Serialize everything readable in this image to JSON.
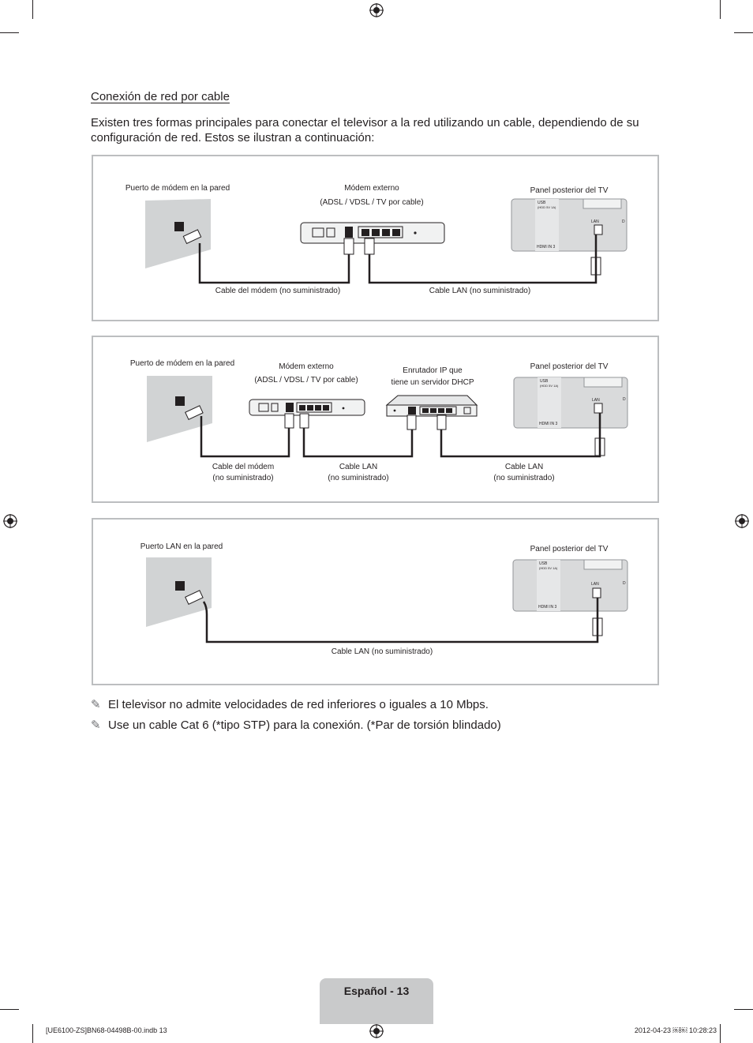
{
  "section": {
    "title": "Conexión de red por cable"
  },
  "intro": "Existen tres formas principales para conectar el televisor a la red utilizando un cable, dependiendo de su configuración de red. Estos se ilustran a continuación:",
  "diagram1": {
    "wall_port": "Puerto de módem en la pared",
    "modem_title": "Módem externo",
    "modem_sub": "(ADSL / VDSL / TV por cable)",
    "tv_panel": "Panel posterior del TV",
    "modem_cable": "Cable del módem (no suministrado)",
    "lan_cable": "Cable LAN (no suministrado)"
  },
  "diagram2": {
    "wall_port": "Puerto de módem en la pared",
    "modem_title": "Módem externo",
    "modem_sub": "(ADSL / VDSL / TV por cable)",
    "router_line1": "Enrutador IP que",
    "router_line2": "tiene un servidor DHCP",
    "tv_panel": "Panel posterior del TV",
    "modem_cable_l1": "Cable del módem",
    "modem_cable_l2": "(no suministrado)",
    "lan_cable1_l1": "Cable LAN",
    "lan_cable1_l2": "(no suministrado)",
    "lan_cable2_l1": "Cable LAN",
    "lan_cable2_l2": "(no suministrado)"
  },
  "diagram3": {
    "wall_port": "Puerto LAN en la pared",
    "tv_panel": "Panel posterior del TV",
    "lan_cable": "Cable LAN (no suministrado)"
  },
  "tv_back": {
    "usb": "USB",
    "usb_sub": "(HDD 5V 1A)",
    "lan": "LAN",
    "hdmi": "HDMI IN 3",
    "d": "D"
  },
  "notes": [
    {
      "icon": "pencil-note-icon",
      "text": "El televisor no admite velocidades de red inferiores o iguales a 10 Mbps."
    },
    {
      "icon": "pencil-note-icon",
      "text": "Use un cable Cat 6 (*tipo STP) para la conexión. (*Par de torsión blindado)"
    }
  ],
  "page_label": "Español - 13",
  "footer": {
    "left": "[UE6100-ZS]BN68-04498B-00.indb   13",
    "right": "2012-04-23   ￼￼ 10:28:23"
  },
  "colors": {
    "cable": "#231f20",
    "panel_border": "#bcbec0",
    "page_tab": "#c9cacb",
    "wall": "#d1d3d4",
    "tv": "#d9dadb"
  }
}
